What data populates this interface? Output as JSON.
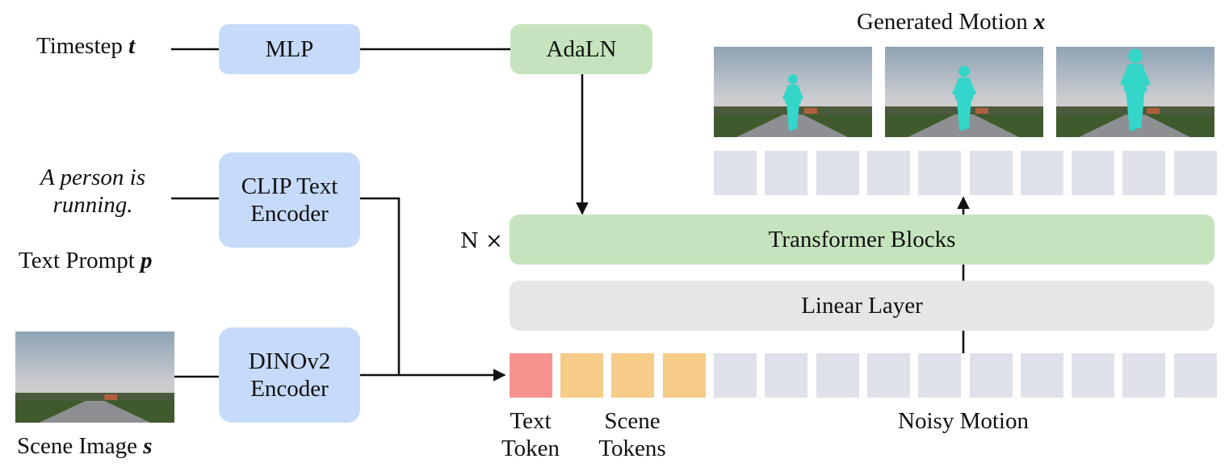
{
  "inputs": {
    "timestep_label": "Timestep",
    "timestep_symbol": "t",
    "prompt_line1": "A person is",
    "prompt_line2": "running.",
    "prompt_label": "Text Prompt",
    "prompt_symbol": "p",
    "scene_label": "Scene Image",
    "scene_symbol": "s"
  },
  "modules": {
    "mlp": "MLP",
    "adaln": "AdaLN",
    "clip_line1": "CLIP Text",
    "clip_line2": "Encoder",
    "dino_line1": "DINOv2",
    "dino_line2": "Encoder",
    "repeat": "N ×",
    "transformer": "Transformer Blocks",
    "linear": "Linear Layer"
  },
  "tokens": {
    "text_line1": "Text",
    "text_line2": "Token",
    "scene_line1": "Scene",
    "scene_line2": "Tokens",
    "noisy_label": "Noisy Motion",
    "scene_count": 3,
    "noise_count": 10,
    "output_count": 10
  },
  "output": {
    "label": "Generated Motion",
    "symbol": "x",
    "frame_count": 3
  },
  "colors": {
    "encoder": "#c6dafa",
    "adaln": "#c5e4bd",
    "linear": "#e6e6e6",
    "text_token": "#f7938e",
    "scene_token": "#f7cb88",
    "motion_token": "#dfe1ea",
    "body_mesh": "#33d6c8"
  },
  "icons": {
    "scene": "road-landscape-photo",
    "frame": "running-person-render"
  }
}
